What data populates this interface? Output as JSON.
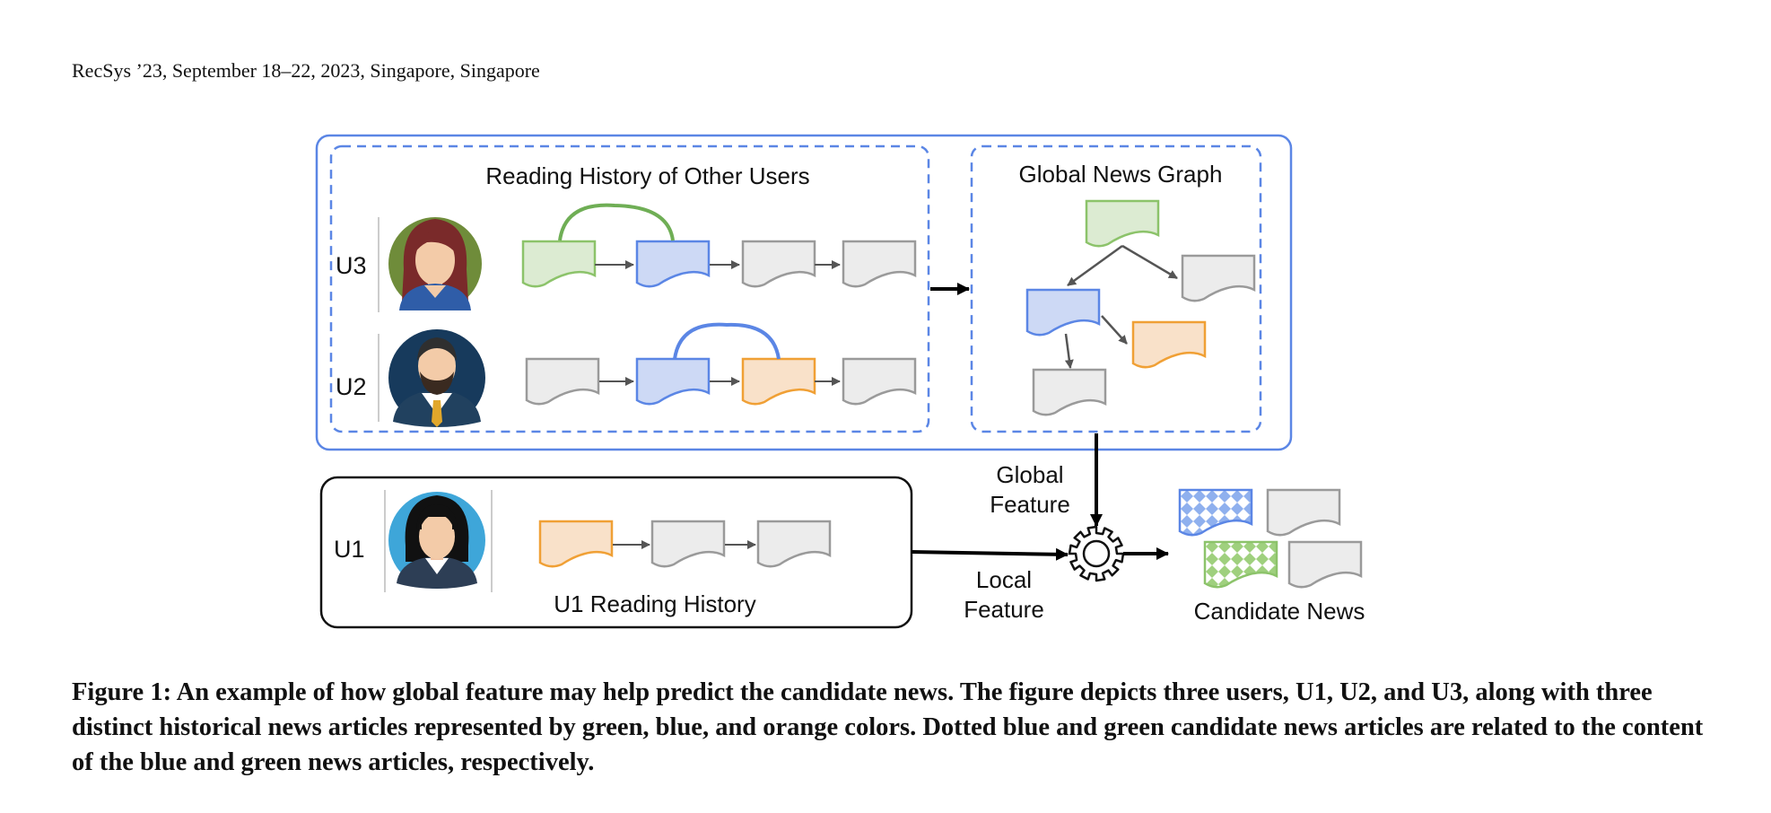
{
  "running_head": "RecSys ’23, September 18–22, 2023, Singapore, Singapore",
  "figure": {
    "reading_history_title": "Reading History of Other Users",
    "global_graph_title": "Global News Graph",
    "users": {
      "u3": "U3",
      "u2": "U2",
      "u1": "U1"
    },
    "u1_history_label": "U1 Reading History",
    "global_feature_line1": "Global",
    "global_feature_line2": "Feature",
    "local_feature_line1": "Local",
    "local_feature_line2": "Feature",
    "candidate_news_label": "Candidate News",
    "colors": {
      "blue": "#5b86e5",
      "blue_fill": "#cdd9f5",
      "green": "#8cc36a",
      "green_fill": "#dcebd2",
      "orange": "#f0a035",
      "orange_fill": "#f9e1c9",
      "gray": "#9a9a9a",
      "gray_fill": "#ececec"
    }
  },
  "caption": "Figure 1: An example of how global feature may help predict the candidate news. The figure depicts three users, U1, U2, and U3, along with three distinct historical news articles represented by green, blue, and orange colors. Dotted blue and green candidate news articles are related to the content of the blue and green news articles, respectively."
}
